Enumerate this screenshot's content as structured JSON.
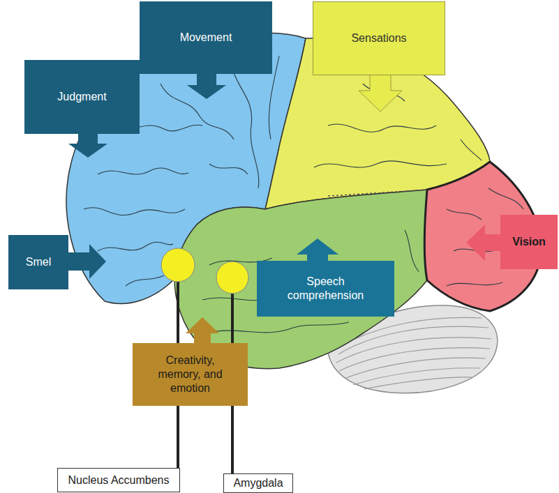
{
  "diagram": {
    "nodes": [
      {
        "text": [
          "Movement"
        ]
      },
      {
        "text": [
          "Judgment"
        ]
      },
      {
        "text": [
          "Sensations"
        ]
      },
      {
        "text": [
          "Vision"
        ]
      },
      {
        "text": [
          "Smel"
        ]
      },
      {
        "text": [
          "Speech comprehension"
        ]
      },
      {
        "text": [
          "Creativity, memory, and emotion"
        ]
      },
      {
        "text": [
          "Nucleus Accumbens"
        ]
      },
      {
        "text": [
          "Amygdala"
        ]
      }
    ]
  }
}
